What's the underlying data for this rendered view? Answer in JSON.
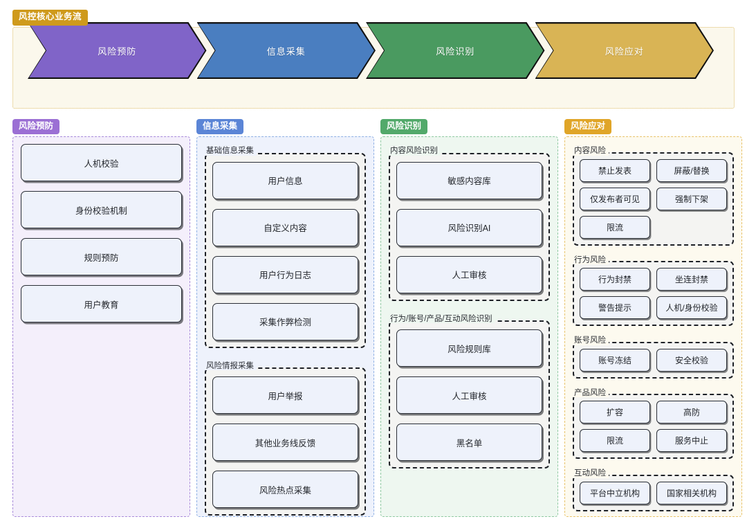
{
  "flow": {
    "badge": "风控核心业务流",
    "steps": [
      {
        "label": "风险预防",
        "color": "#8064c8"
      },
      {
        "label": "信息采集",
        "color": "#4a7ec0"
      },
      {
        "label": "风险识别",
        "color": "#4a9a60"
      },
      {
        "label": "风险应对",
        "color": "#d9b455"
      }
    ]
  },
  "columns": [
    {
      "badge": "风险预防",
      "badge_color": "#9b6fd4",
      "tint": "#f4effb",
      "border_color": "#a88ada",
      "cards": [
        "人机校验",
        "身份校验机制",
        "规则预防",
        "用户教育"
      ],
      "groups": []
    },
    {
      "badge": "信息采集",
      "badge_color": "#5b85d6",
      "tint": "#eef2fc",
      "border_color": "#8fb0e4",
      "cards": [],
      "groups": [
        {
          "label": "基础信息采集",
          "items": [
            "用户信息",
            "自定义内容",
            "用户行为日志",
            "采集作弊检测"
          ]
        },
        {
          "label": "风险情报采集",
          "items": [
            "用户举报",
            "其他业务线反馈",
            "风险热点采集"
          ]
        }
      ]
    },
    {
      "badge": "风险识别",
      "badge_color": "#52a96a",
      "tint": "#eef7f0",
      "border_color": "#8fc9a1",
      "cards": [],
      "groups": [
        {
          "label": "内容风险识别",
          "items": [
            "敏感内容库",
            "风险识别AI",
            "人工审核"
          ]
        },
        {
          "label": "行为/账号/产品/互动风险识别",
          "items": [
            "风险规则库",
            "人工审核",
            "黑名单"
          ]
        }
      ]
    },
    {
      "badge": "风险应对",
      "badge_color": "#e0a528",
      "tint": "#fdfaef",
      "border_color": "#e8c36a",
      "cards": [],
      "groups": [
        {
          "label": "内容风险",
          "items": [
            "禁止发表",
            "屏蔽/替换",
            "仅发布者可见",
            "强制下架",
            "限流"
          ]
        },
        {
          "label": "行为风险",
          "items": [
            "行为封禁",
            "坐连封禁",
            "警告提示",
            "人机/身份校验"
          ]
        },
        {
          "label": "账号风险",
          "items": [
            "账号冻结",
            "安全校验"
          ]
        },
        {
          "label": "产品风险",
          "items": [
            "扩容",
            "高防",
            "限流",
            "服务中止"
          ]
        },
        {
          "label": "互动风险",
          "items": [
            "平台中立机构",
            "国家相关机构"
          ]
        }
      ]
    }
  ]
}
